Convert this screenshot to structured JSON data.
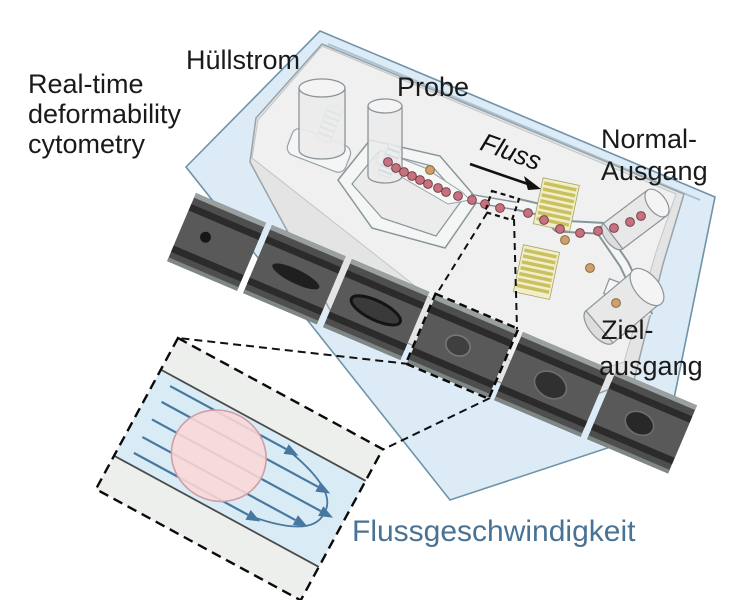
{
  "figure": {
    "title": {
      "line1": "Real-time",
      "line2": "deformability",
      "line3": "cytometry"
    },
    "labels": {
      "sheath_inlet": "Hüllstrom",
      "sample_inlet": "Probe",
      "flow": "Fluss",
      "normal_outlet_line1": "Normal-",
      "normal_outlet_line2": "Ausgang",
      "target_outlet_line1": "Ziel-",
      "target_outlet_line2": "ausgang",
      "flow_velocity": "Flussgeschwindigkeit"
    },
    "microscopy_strip": {
      "frame_count": 6,
      "frames": [
        {
          "cell_shape": "small-round-dot"
        },
        {
          "cell_shape": "elongated-bullet"
        },
        {
          "cell_shape": "elongated-ellipse"
        },
        {
          "cell_shape": "small-round-cell-highlighted"
        },
        {
          "cell_shape": "deformed-ellipse"
        },
        {
          "cell_shape": "deformed-ellipse"
        }
      ]
    },
    "colors": {
      "glass_slide_blue": "#dcebf5",
      "chip_block_gray": "#ededed",
      "electrode_yellow": "#d6cd74",
      "cell_dot_red": "#c4737e",
      "cell_dot_orange": "#cfa06b",
      "inset_cell_pink": "#fbd7d7",
      "inset_channel_blue": "#d9ebf5",
      "flow_arrow_blue": "#4878a0",
      "velocity_text_blue": "#4a7294"
    }
  }
}
